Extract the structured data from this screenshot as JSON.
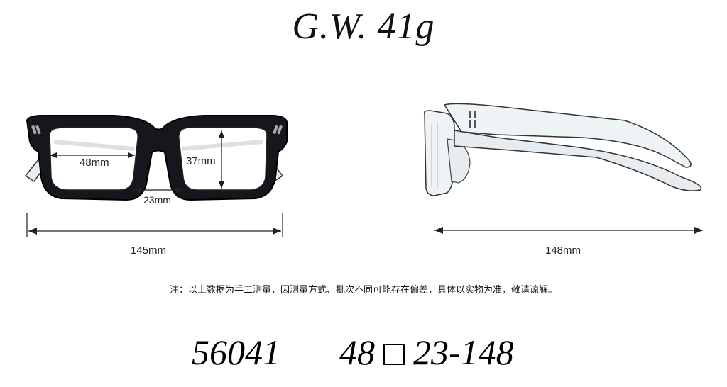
{
  "title": "G.W.  41g",
  "front": {
    "lens_width": "48mm",
    "lens_height": "37mm",
    "bridge": "23mm",
    "total_width": "145mm"
  },
  "side": {
    "temple_length": "148mm"
  },
  "note": "注：以上数据为手工测量，因测量方式、批次不同可能存在偏差，具体以实物为准，敬请谅解。",
  "model": {
    "number": "56041",
    "lens": "48",
    "bridge_temple": "23-148"
  }
}
